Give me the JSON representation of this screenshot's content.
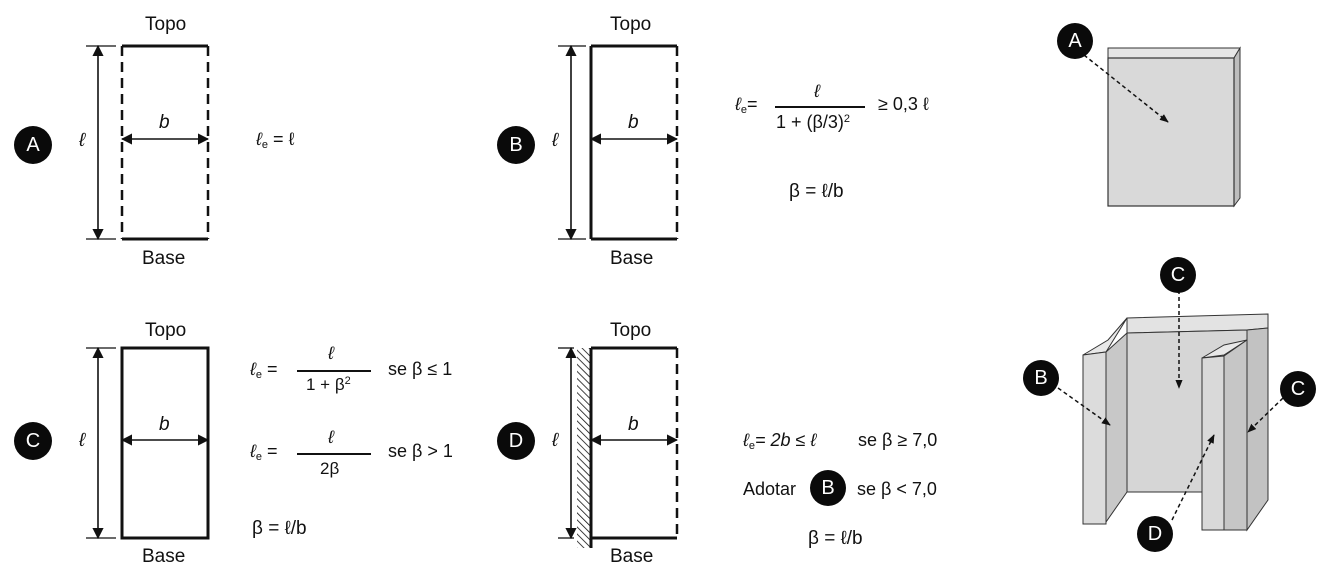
{
  "panels": {
    "a": {
      "badge": "A",
      "top": "Topo",
      "base": "Base",
      "length": "ℓ",
      "width": "b",
      "formula_lhs": "ℓ",
      "formula_sub": "e",
      "formula_rhs": "= ℓ"
    },
    "b": {
      "badge": "B",
      "top": "Topo",
      "base": "Base",
      "length": "ℓ",
      "width": "b",
      "formula_lhs": "ℓ",
      "formula_sub": "e",
      "eq": "=",
      "num": "ℓ",
      "den": "1 + (β/3)",
      "den_exp": "2",
      "tail": "≥ 0,3 ℓ",
      "beta": "β = ℓ/b"
    },
    "c": {
      "badge": "C",
      "top": "Topo",
      "base": "Base",
      "length": "ℓ",
      "width": "b",
      "f1_lhs": "ℓ",
      "f1_sub": "e",
      "f1_eq": "=",
      "f1_num": "ℓ",
      "f1_den": "1 + β",
      "f1_den_exp": "2",
      "f1_cond": "se β ≤ 1",
      "f2_lhs": "ℓ",
      "f2_sub": "e",
      "f2_eq": "=",
      "f2_num": "ℓ",
      "f2_den": "2β",
      "f2_cond": "se β > 1",
      "beta": "β  = ℓ/b"
    },
    "d": {
      "badge": "D",
      "top": "Topo",
      "base": "Base",
      "length": "ℓ",
      "width": "b",
      "f1_lhs": "ℓ",
      "f1_sub": "e",
      "f1_rhs": "= 2b ≤ ℓ",
      "f1_cond": "se β ≥ 7,0",
      "adopt_pre": "Adotar",
      "adopt_badge": "B",
      "adopt_cond": "se β < 7,0",
      "beta": "β = ℓ/b"
    }
  },
  "views3d": {
    "wall": {
      "badge_a": "A"
    },
    "u_shape": {
      "badge_c_top": "C",
      "badge_b": "B",
      "badge_c_right": "C",
      "badge_d": "D"
    }
  },
  "colors": {
    "ink": "#111111",
    "badge": "#0a0a0a",
    "face": "#d9d9d9",
    "face_dark": "#c4c4c4"
  }
}
